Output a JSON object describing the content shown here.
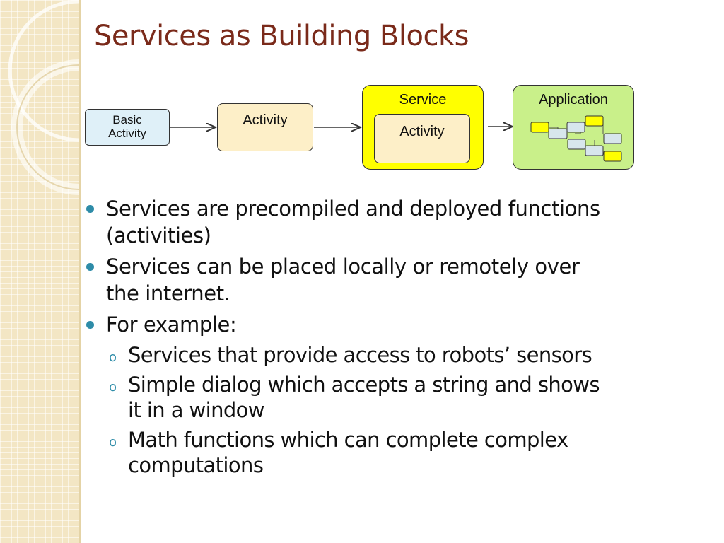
{
  "slide": {
    "title": "Services as Building Blocks"
  },
  "diagram": {
    "basic_activity": {
      "line1": "Basic",
      "line2": "Activity"
    },
    "activity": "Activity",
    "service": {
      "label": "Service",
      "inner_activity": "Activity"
    },
    "application": {
      "label": "Application"
    }
  },
  "bullets": [
    {
      "level": 1,
      "line1": "Services are precompiled and deployed functions",
      "line2": "(activities)"
    },
    {
      "level": 1,
      "line1": "Services can be placed locally or remotely over",
      "line2": "the internet."
    },
    {
      "level": 1,
      "line1": "For example:"
    },
    {
      "level": 2,
      "line1": "Services that provide access to robots’ sensors"
    },
    {
      "level": 2,
      "line1": "Simple dialog which accepts a string and shows",
      "line2": "it in a window"
    },
    {
      "level": 2,
      "line1": "Math functions which can complete complex",
      "line2": "computations"
    }
  ],
  "colors": {
    "title": "#7a2a1a",
    "sidebar": "#f3e6c4",
    "bullet": "#2e8ca8",
    "basic_activity_fill": "#dff0f8",
    "activity_fill": "#fdefc8",
    "service_fill": "#ffff00",
    "application_fill": "#c9f08a"
  }
}
